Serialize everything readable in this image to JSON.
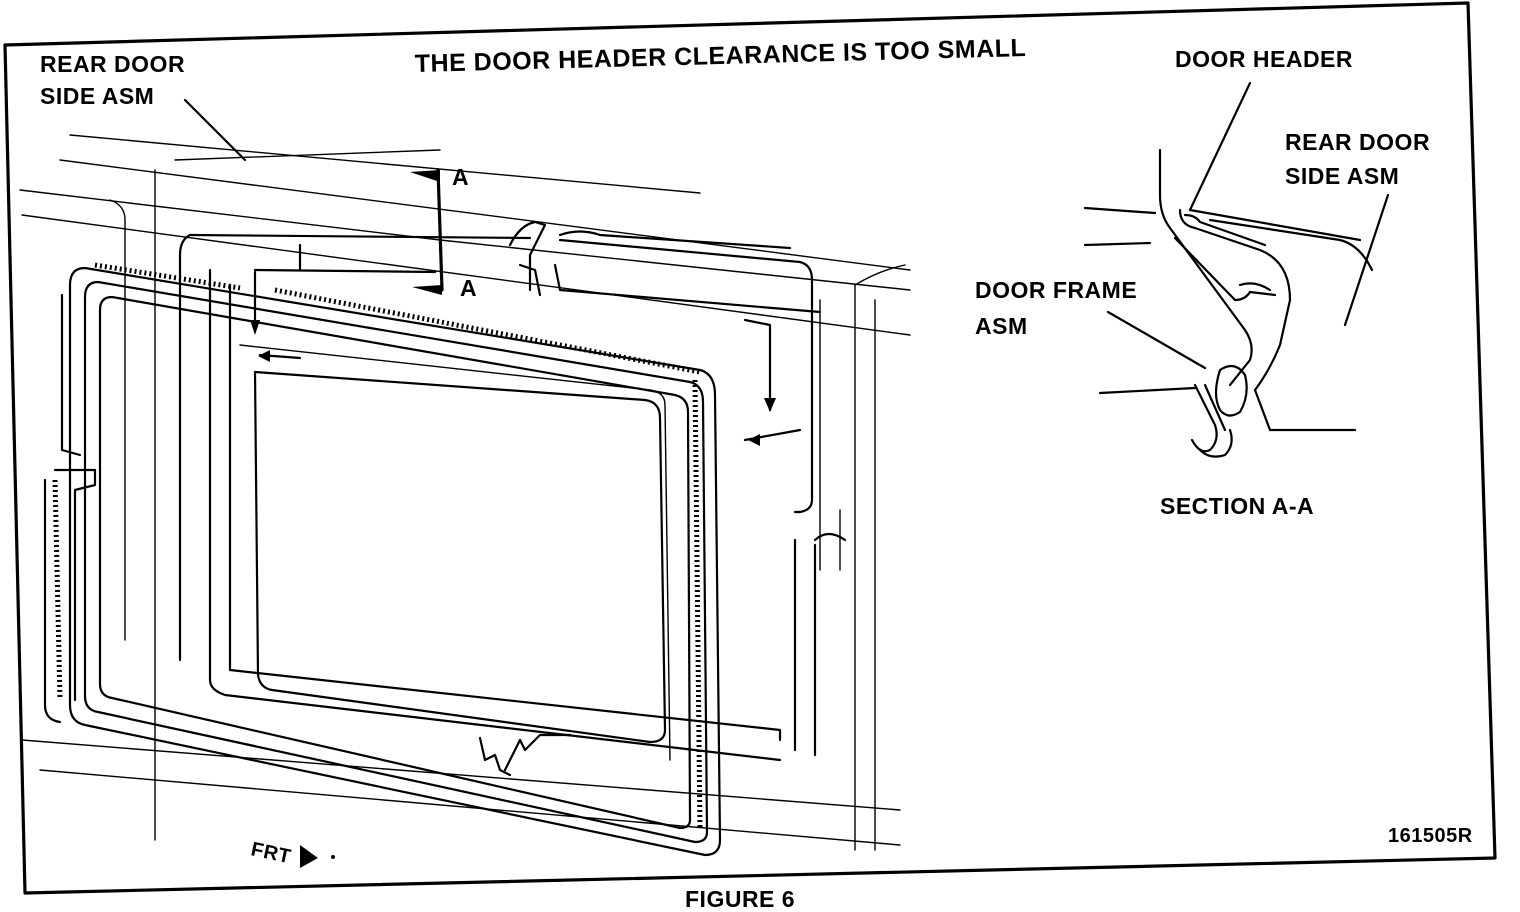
{
  "figure": {
    "title": "THE DOOR HEADER CLEARANCE IS TOO SMALL",
    "caption": "FIGURE 6",
    "reference_number": "161505R"
  },
  "main_view": {
    "rear_door_side_asm_line1": "REAR DOOR",
    "rear_door_side_asm_line2": "SIDE ASM",
    "section_marker_top": "A",
    "section_marker_bottom": "A",
    "front_indicator": "FRT"
  },
  "section_view": {
    "door_header": "DOOR HEADER",
    "rear_door_side_asm_line1": "REAR DOOR",
    "rear_door_side_asm_line2": "SIDE ASM",
    "door_frame_asm_line1": "DOOR FRAME",
    "door_frame_asm_line2": "ASM",
    "section_label": "SECTION A-A"
  }
}
